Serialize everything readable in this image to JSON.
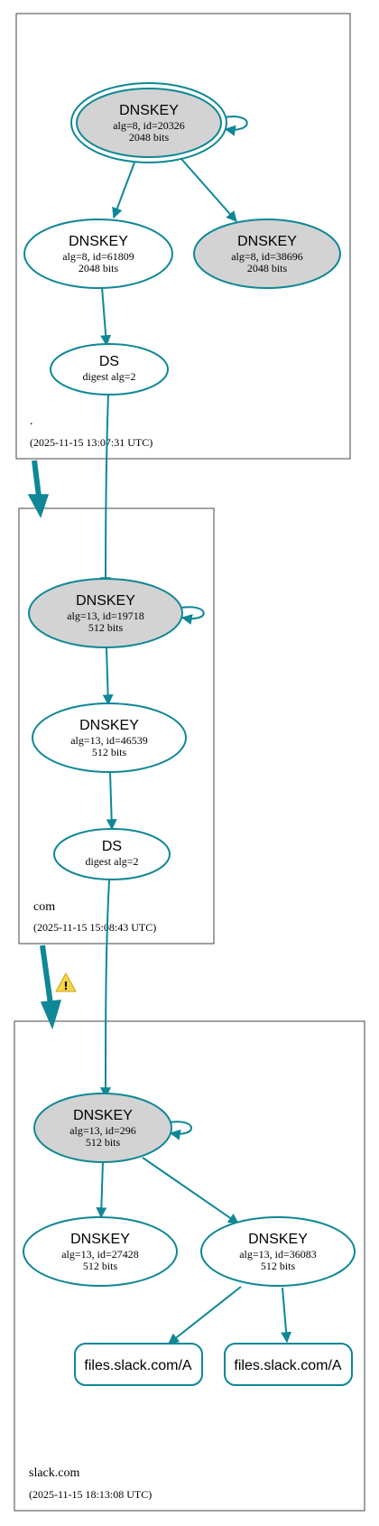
{
  "zones": {
    "root": {
      "name": ".",
      "timestamp": "(2025-11-15 13:07:31 UTC)"
    },
    "com": {
      "name": "com",
      "timestamp": "(2025-11-15 15:08:43 UTC)"
    },
    "slack": {
      "name": "slack.com",
      "timestamp": "(2025-11-15 18:13:08 UTC)"
    }
  },
  "nodes": {
    "root_ksk": {
      "title": "DNSKEY",
      "line1": "alg=8, id=20326",
      "line2": "2048 bits"
    },
    "root_zsk1": {
      "title": "DNSKEY",
      "line1": "alg=8, id=61809",
      "line2": "2048 bits"
    },
    "root_zsk2": {
      "title": "DNSKEY",
      "line1": "alg=8, id=38696",
      "line2": "2048 bits"
    },
    "root_ds": {
      "title": "DS",
      "line1": "digest alg=2"
    },
    "com_ksk": {
      "title": "DNSKEY",
      "line1": "alg=13, id=19718",
      "line2": "512 bits"
    },
    "com_zsk": {
      "title": "DNSKEY",
      "line1": "alg=13, id=46539",
      "line2": "512 bits"
    },
    "com_ds": {
      "title": "DS",
      "line1": "digest alg=2"
    },
    "slack_ksk": {
      "title": "DNSKEY",
      "line1": "alg=13, id=296",
      "line2": "512 bits"
    },
    "slack_zsk1": {
      "title": "DNSKEY",
      "line1": "alg=13, id=27428",
      "line2": "512 bits"
    },
    "slack_zsk2": {
      "title": "DNSKEY",
      "line1": "alg=13, id=36083",
      "line2": "512 bits"
    },
    "rr1": {
      "label": "files.slack.com/A"
    },
    "rr2": {
      "label": "files.slack.com/A"
    }
  },
  "colors": {
    "edge": "#0e8796",
    "ksk_fill": "#d3d3d3",
    "warning": "#f5d547"
  },
  "icons": {
    "delegation_warning": "warning-icon"
  }
}
